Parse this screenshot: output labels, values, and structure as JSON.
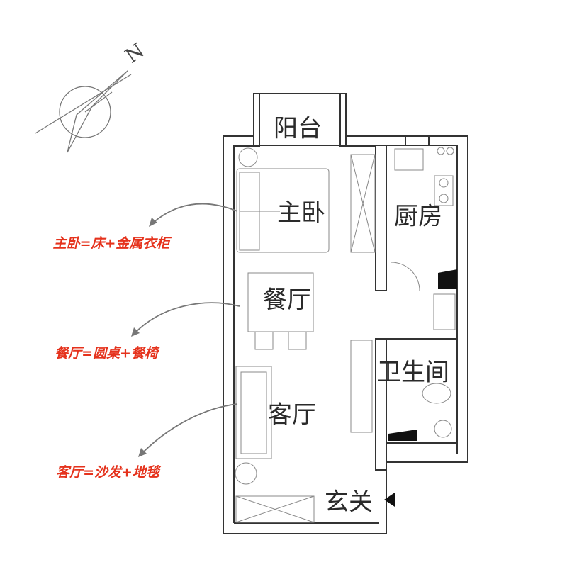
{
  "compass": {
    "label": "N",
    "icon": "north-arrow-icon"
  },
  "rooms": {
    "balcony": "阳台",
    "master_bedroom": "主卧",
    "kitchen": "厨房",
    "dining": "餐厅",
    "bathroom": "卫生间",
    "living": "客厅",
    "entrance": "玄关"
  },
  "annotations": [
    {
      "text": "主卧=床+金属衣柜"
    },
    {
      "text": "餐厅=圆桌+餐椅"
    },
    {
      "text": "客厅=沙发+地毯"
    }
  ],
  "colors": {
    "annotation": "#e5321c",
    "wall": "#333333",
    "arrow": "#777777"
  }
}
